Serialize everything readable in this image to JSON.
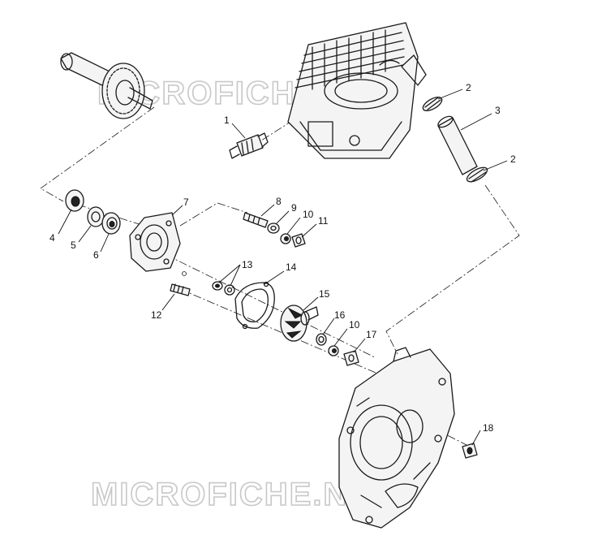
{
  "watermark": "MICROFICHE.NET",
  "callouts": {
    "c1": "1",
    "c2a": "2",
    "c2b": "2",
    "c3": "3",
    "c4": "4",
    "c5": "5",
    "c6": "6",
    "c7": "7",
    "c8": "8",
    "c9": "9",
    "c10a": "10",
    "c10b": "10",
    "c11": "11",
    "c12": "12",
    "c13": "13",
    "c14": "14",
    "c15": "15",
    "c16": "16",
    "c17": "17",
    "c18": "18"
  }
}
